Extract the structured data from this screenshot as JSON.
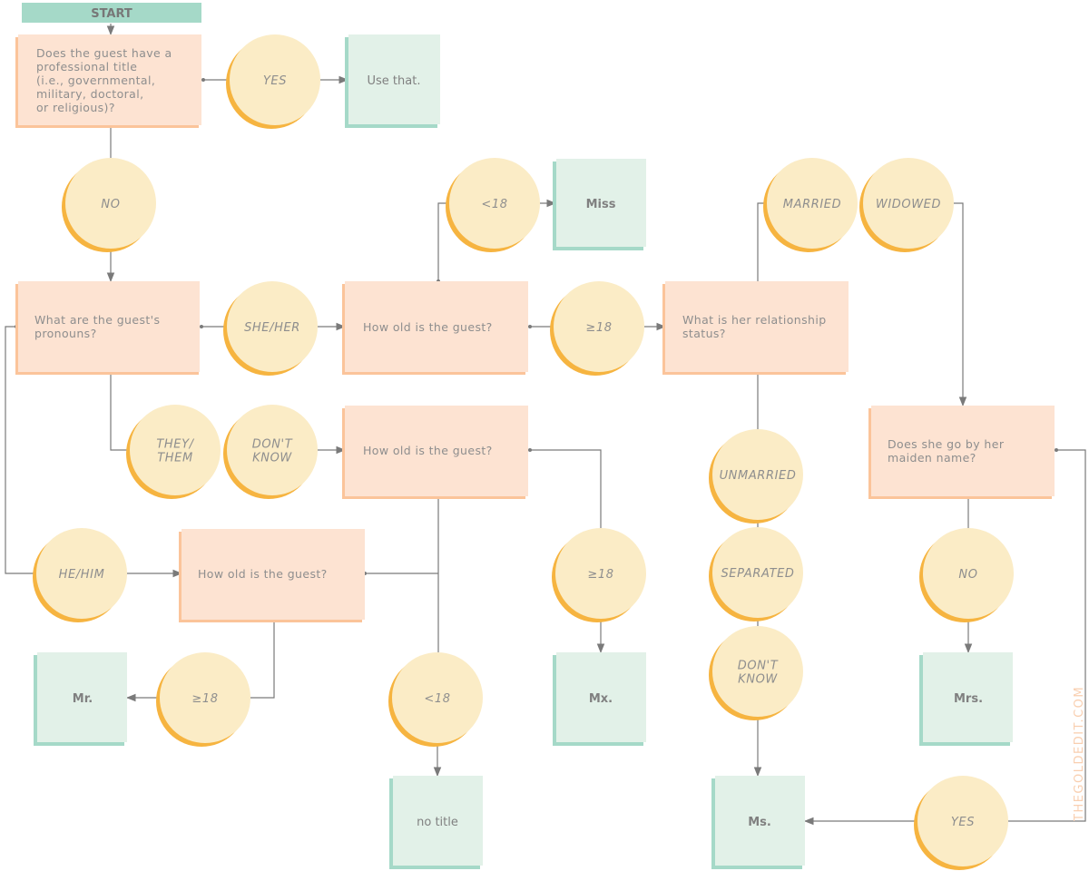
{
  "start": "START",
  "questions": {
    "title": [
      "Does the guest have a",
      "professional title",
      "(i.e., governmental,",
      "military, doctoral,",
      "or religious)?"
    ],
    "pronouns": [
      "What are the guest's",
      "pronouns?"
    ],
    "age_she": [
      "How old is the guest?"
    ],
    "age_they": [
      "How old is the guest?"
    ],
    "age_he": [
      "How old is the guest?"
    ],
    "relationship": [
      "What is her relationship",
      "status?"
    ],
    "maiden": [
      "Does she go by her",
      "maiden name?"
    ]
  },
  "answers": {
    "yes1": [
      "YES"
    ],
    "no1": [
      "NO"
    ],
    "she_her": [
      "SHE/HER"
    ],
    "under18_she": [
      "<18"
    ],
    "over18_she": [
      "≥18"
    ],
    "married": [
      "MARRIED"
    ],
    "widowed": [
      "WIDOWED"
    ],
    "they_them": [
      "THEY/",
      "THEM"
    ],
    "dont_know1": [
      "DON'T",
      "KNOW"
    ],
    "he_him": [
      "HE/HIM"
    ],
    "over18_they": [
      "≥18"
    ],
    "unmarried": [
      "UNMARRIED"
    ],
    "separated": [
      "SEPARATED"
    ],
    "dont_know2": [
      "DON'T",
      "KNOW"
    ],
    "over18_he": [
      "≥18"
    ],
    "under18_they": [
      "<18"
    ],
    "no2": [
      "NO"
    ],
    "yes2": [
      "YES"
    ]
  },
  "results": {
    "use_that": "Use that.",
    "miss": "Miss",
    "mr": "Mr.",
    "no_title": "no title",
    "mx": "Mx.",
    "ms": "Ms.",
    "mrs": "Mrs."
  },
  "watermark": "THEGOLDEDIT.COM",
  "colors": {
    "question": "#fde3d2",
    "result": "#e2f1e8",
    "answer": "#fbecc6",
    "start": "#a5d9c8"
  }
}
